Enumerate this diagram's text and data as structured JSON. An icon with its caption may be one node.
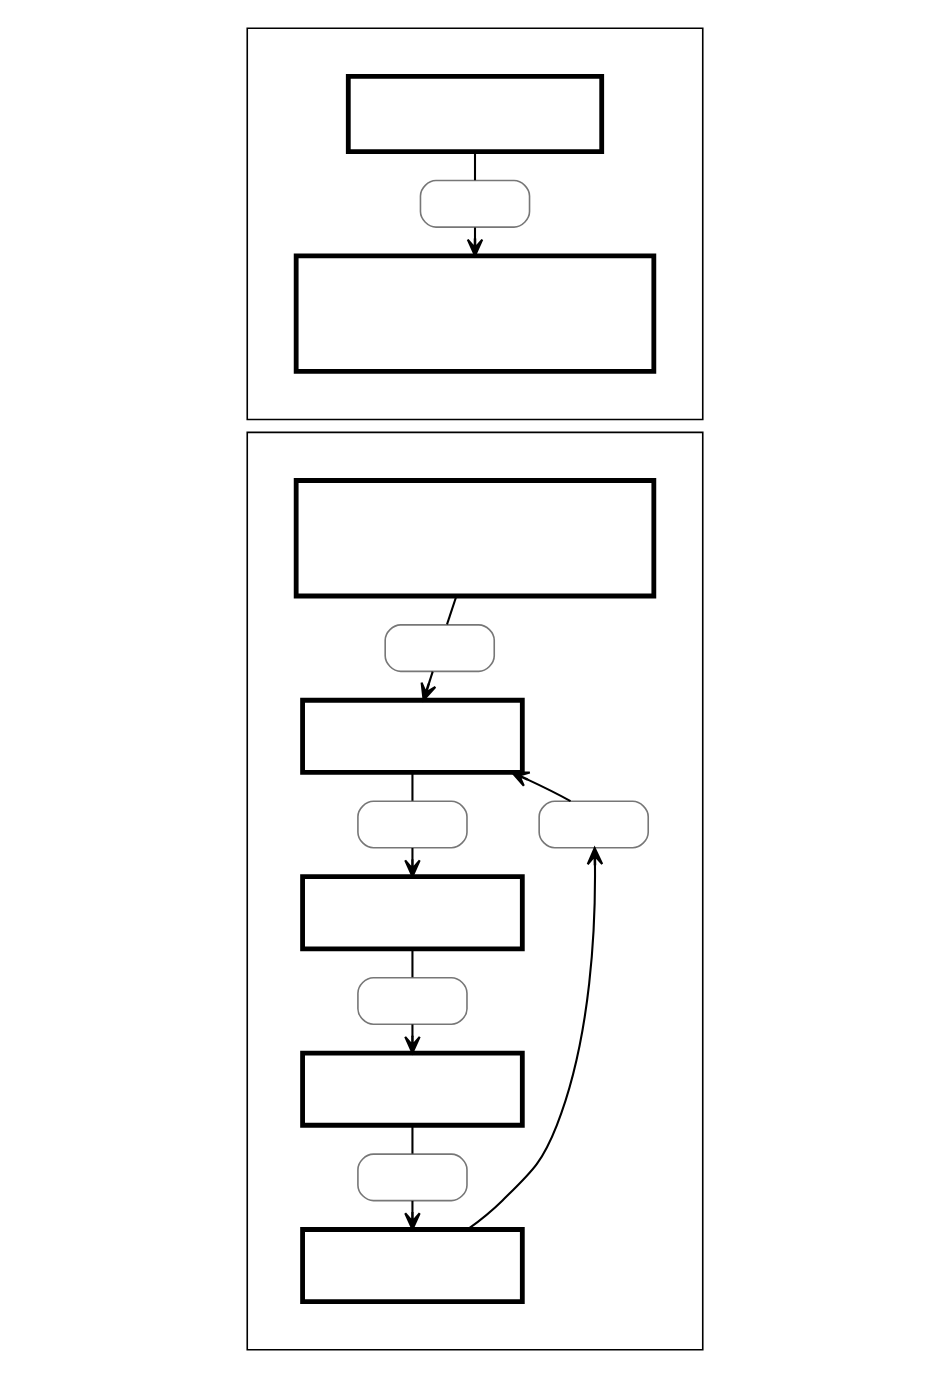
{
  "diagram": {
    "nodes": [
      {
        "text": [],
        "shape": "box"
      },
      {
        "text": [],
        "shape": "box",
        "in": 0
      },
      {
        "text": [],
        "shape": "box",
        "in": 0
      },
      {
        "text": [],
        "shape": "box",
        "in": 0
      },
      {
        "text": [],
        "shape": "box"
      },
      {
        "text": [],
        "shape": "box",
        "in": 4
      },
      {
        "text": [],
        "shape": "box",
        "in": 4
      },
      {
        "text": [],
        "shape": "box",
        "in": 4
      },
      {
        "text": [],
        "shape": "box",
        "in": 4
      },
      {
        "text": [],
        "shape": "box",
        "in": 4
      },
      {
        "text": [],
        "shape": "box",
        "in": 4
      },
      {
        "text": [],
        "shape": "box",
        "in": 4
      },
      {
        "text": [],
        "shape": "box",
        "in": 4
      },
      {
        "text": [],
        "shape": "box",
        "in": 4
      },
      {
        "text": [],
        "shape": "box",
        "in": 4
      }
    ],
    "edges": [
      {
        "from": 1,
        "to": 2,
        "arrow": "none"
      },
      {
        "from": 2,
        "to": 3,
        "arrow": "to"
      },
      {
        "from": 5,
        "to": 6,
        "arrow": "none"
      },
      {
        "from": 6,
        "to": 7,
        "arrow": "to"
      },
      {
        "from": 7,
        "to": 8,
        "arrow": "none"
      },
      {
        "from": 8,
        "to": 9,
        "arrow": "to"
      },
      {
        "from": 9,
        "to": 10,
        "arrow": "none"
      },
      {
        "from": 10,
        "to": 11,
        "arrow": "to"
      },
      {
        "from": 11,
        "to": 12,
        "arrow": "none"
      },
      {
        "from": 12,
        "to": 13,
        "arrow": "to"
      },
      {
        "from": 13,
        "to": 14,
        "arrow": "to"
      },
      {
        "from": 14,
        "to": 7,
        "arrow": "to"
      }
    ]
  }
}
